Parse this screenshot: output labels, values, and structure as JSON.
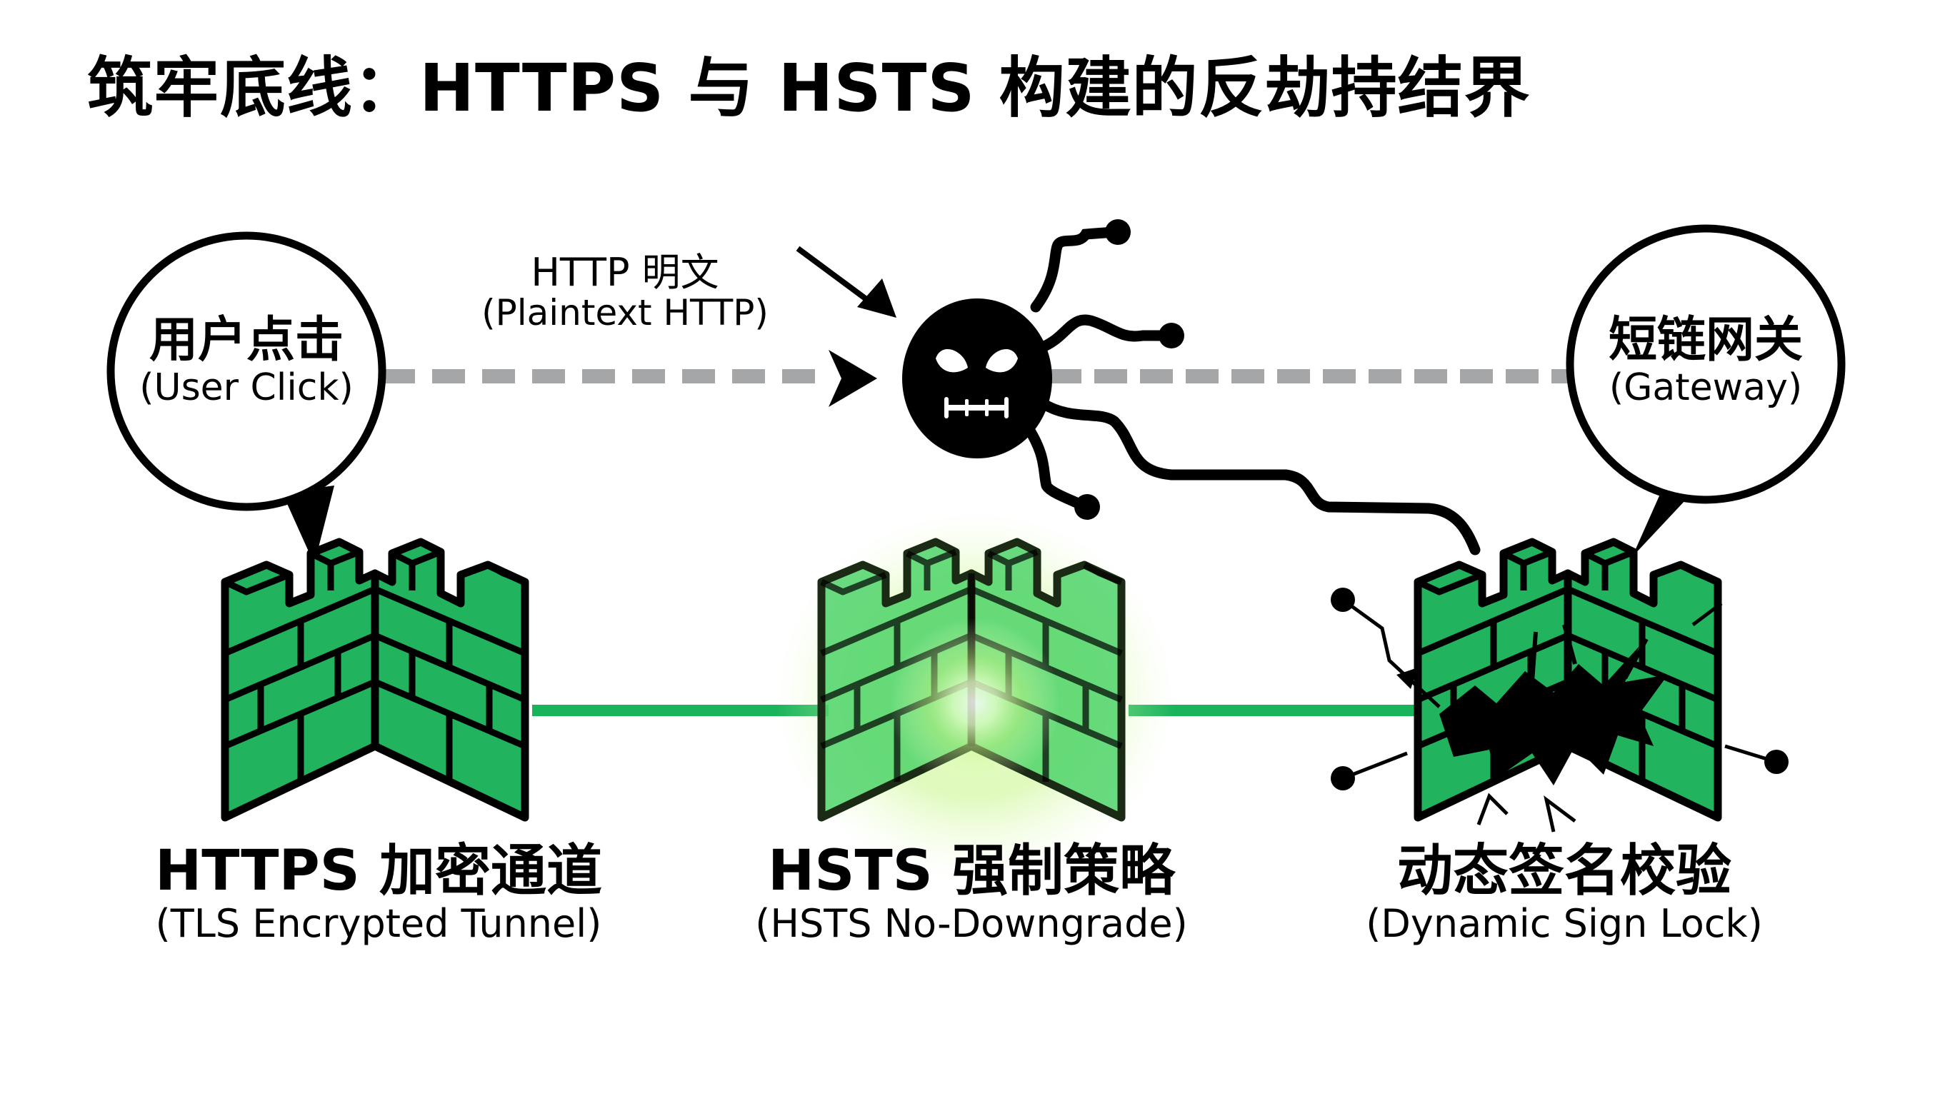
{
  "title": "筑牢底线：HTTPS 与 HSTS 构建的反劫持结界",
  "nodes": {
    "user": {
      "label": "用户点击",
      "sublabel": "(User Click)"
    },
    "gateway": {
      "label": "短链网关",
      "sublabel": "(Gateway)"
    }
  },
  "attack_flow": {
    "label": "HTTP 明文",
    "sublabel": "(Plaintext HTTP)",
    "attacker_icon": "malicious-virus-icon"
  },
  "defenses": [
    {
      "label": "HTTPS 加密通道",
      "sublabel": "(TLS Encrypted Tunnel)",
      "icon": "castle-wall-icon",
      "state": "intact"
    },
    {
      "label": "HSTS 强制策略",
      "sublabel": "(HSTS No-Downgrade)",
      "icon": "glowing-castle-wall-icon",
      "state": "glowing"
    },
    {
      "label": "动态签名校验",
      "sublabel": "(Dynamic Sign Lock)",
      "icon": "broken-castle-wall-icon",
      "state": "breached"
    }
  ],
  "colors": {
    "wall_green": "#22b35f",
    "wall_green_light": "#57d66f",
    "secure_line": "#18b35a",
    "plaintext_dash": "#a4a6a8",
    "outline": "#000000",
    "glow": "#c8f58a"
  }
}
